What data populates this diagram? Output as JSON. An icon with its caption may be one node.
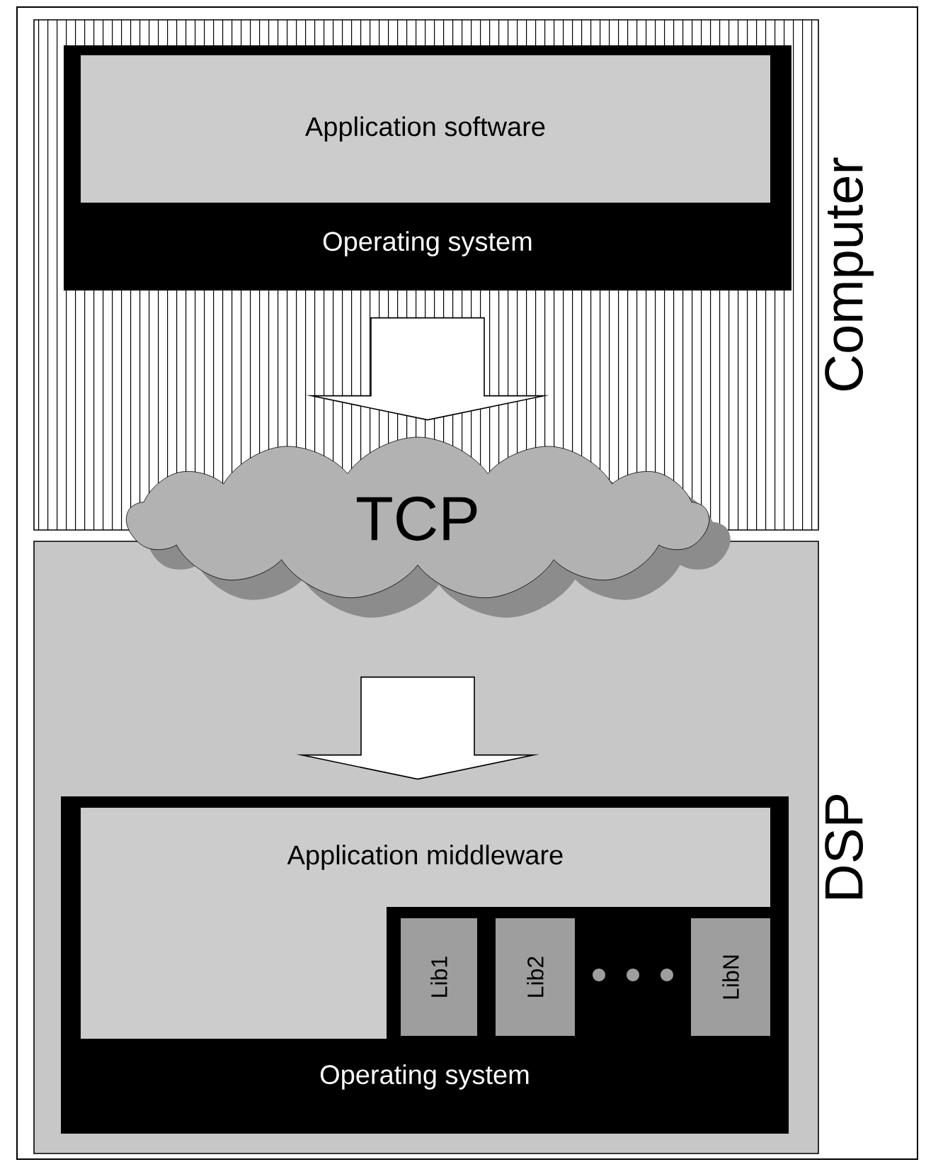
{
  "diagram": {
    "nodes": [
      {
        "text": [
          "Computer"
        ]
      },
      {
        "text": [
          "Operating system"
        ],
        "in": 0
      },
      {
        "text": [
          "Application software"
        ],
        "in": 1
      },
      {
        "text": [
          "TCP"
        ]
      },
      {
        "text": [
          "DSP"
        ]
      },
      {
        "text": [
          "Operating system"
        ],
        "in": 4
      },
      {
        "text": [
          "Application middleware"
        ],
        "in": 5
      },
      {
        "text": [
          "Lib1"
        ],
        "in": 5
      },
      {
        "text": [
          "Lib2"
        ],
        "in": 5
      },
      {
        "text": [
          "LibN"
        ],
        "in": 5
      }
    ],
    "edges": [
      {
        "from": 1,
        "to": 3,
        "arrow": "to"
      },
      {
        "from": 3,
        "to": 5,
        "arrow": "to"
      }
    ]
  }
}
